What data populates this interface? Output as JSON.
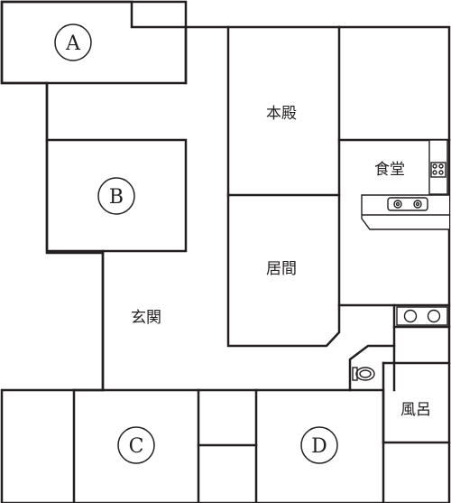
{
  "rooms": {
    "honden": "本殿",
    "ima": "居間",
    "shokudo": "食堂",
    "genkan": "玄関",
    "furo": "風呂"
  },
  "markers": {
    "a": "A",
    "b": "B",
    "c": "C",
    "d": "D"
  },
  "colors": {
    "line": "#231f20",
    "background": "#ffffff"
  }
}
